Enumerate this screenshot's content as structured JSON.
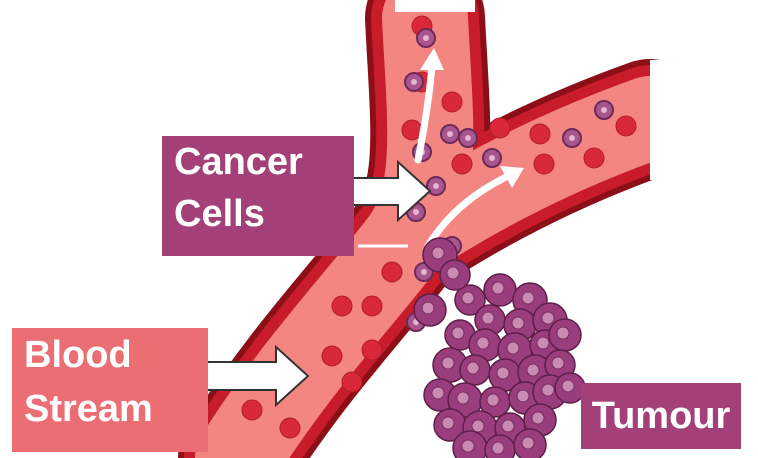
{
  "labels": {
    "cancer_cells": [
      "Cancer",
      "Cells"
    ],
    "blood_stream": [
      "Blood",
      "Stream"
    ],
    "tumour": "Tumour"
  },
  "colors": {
    "vessel_wall": "#c81c2a",
    "vessel_lumen": "#f48682",
    "red_cell": "#d8283a",
    "cancer_cell": "#9a3d7c",
    "cancer_label_bg": "#a34078",
    "blood_label_bg": "#ea6e74",
    "arrow_fill": "#ffffff"
  }
}
